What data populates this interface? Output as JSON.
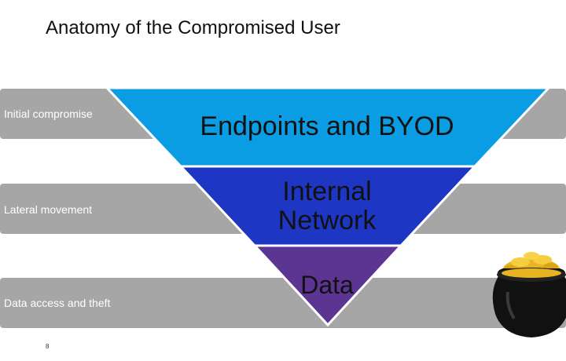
{
  "slide": {
    "title": "Anatomy of the Compromised User",
    "page_number": "8"
  },
  "stages": [
    {
      "label": "Initial compromise"
    },
    {
      "label": "Lateral movement"
    },
    {
      "label": "Data access and theft"
    }
  ],
  "layers": [
    {
      "lines": [
        "Endpoints and BYOD"
      ],
      "color": "#0a9de3"
    },
    {
      "lines": [
        "Internal",
        "Network"
      ],
      "color": "#1d36c4"
    },
    {
      "lines": [
        "Data"
      ],
      "color": "#5b3591"
    }
  ],
  "colors": {
    "band": "#a6a6a6",
    "layer_border": "#ffffff",
    "pot": "#111111",
    "gold": "#e8b420"
  },
  "icons": {
    "treasure": "pot-of-gold-icon"
  }
}
